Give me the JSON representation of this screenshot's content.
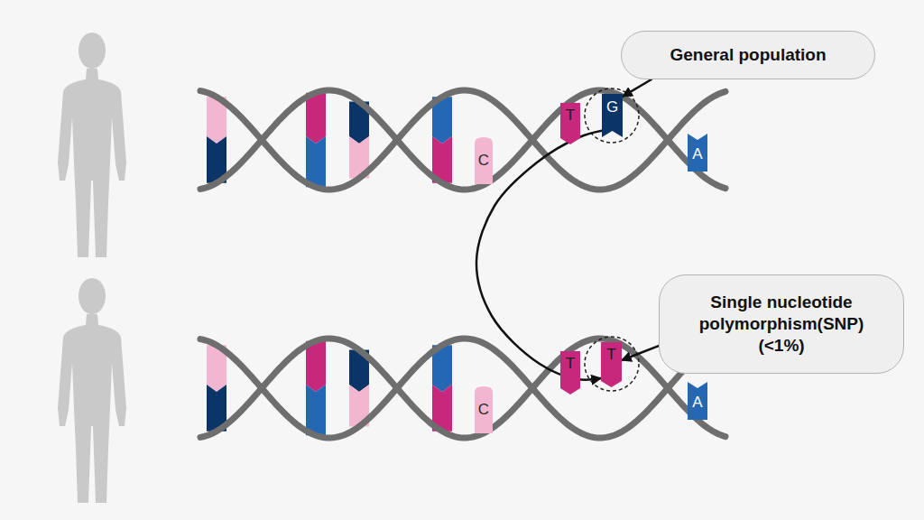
{
  "diagram": {
    "nodes": [
      {
        "text": [
          "General population"
        ]
      },
      {
        "text": [
          "C"
        ]
      },
      {
        "text": [
          "T"
        ]
      },
      {
        "text": [
          "G"
        ]
      },
      {
        "text": [
          "A"
        ]
      },
      {
        "text": [
          "Single nucleotide polymorphism(SNP) (<1%)"
        ]
      },
      {
        "text": [
          "C"
        ]
      },
      {
        "text": [
          "T"
        ]
      },
      {
        "text": [
          "T"
        ]
      },
      {
        "text": [
          "A"
        ]
      }
    ],
    "edges": [
      {
        "from": 0,
        "to": 3,
        "arrow": "to"
      },
      {
        "from": 5,
        "to": 8,
        "arrow": "to"
      },
      {
        "from": 3,
        "to": 8,
        "arrow": "to"
      }
    ]
  }
}
